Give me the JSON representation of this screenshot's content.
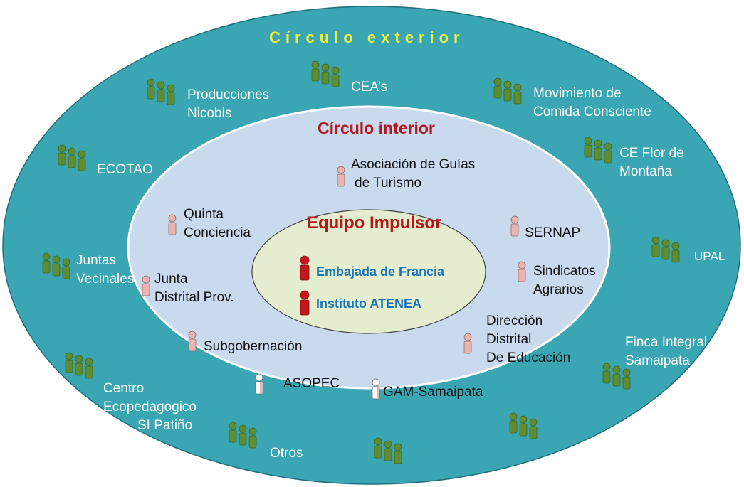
{
  "colors": {
    "outer_ring": "#3aa6b4",
    "middle_ring": "#c9daef",
    "inner_core": "#e4edcd",
    "outer_title": "#f2ef38",
    "section_title": "#b3171b",
    "core_text": "#1a73b8",
    "stakeholder_green": "#5f8d33",
    "stakeholder_pink": "#eab4b0",
    "stakeholder_red": "#c4161c"
  },
  "titles": {
    "outer": "Círculo exterior",
    "middle": "Círculo interior",
    "core": "Equipo Impulsor"
  },
  "core": {
    "members": [
      "Embajada de Francia",
      "Instituto ATENEA"
    ]
  },
  "middle": {
    "guias_1": "Asociación de Guías",
    "guias_2": "de Turismo",
    "quinta_1": "Quinta",
    "quinta_2": "Conciencia",
    "sernap": "SERNAP",
    "junta_1": "Junta",
    "junta_2": "Distrital Prov.",
    "sindicatos_1": "Sindicatos",
    "sindicatos_2": "Agrarios",
    "direccion_1": "Dirección",
    "direccion_2": "Distrital",
    "direccion_3": "De Educación",
    "subgob": "Subgobernación",
    "asopec": "ASOPEC",
    "gam": "GAM-Samaipata"
  },
  "outer": {
    "producciones_1": "Producciones",
    "producciones_2": "Nicobis",
    "ceas": "CEA’s",
    "movimiento_1": "Movimiento de",
    "movimiento_2": "Comida Consciente",
    "ecotao": "ECOTAO",
    "ceflor_1": "CE Flor de",
    "ceflor_2": "Montaña",
    "juntas_1": "Juntas",
    "juntas_2": "Vecinales",
    "upal": "UPAL",
    "finca_1": "Finca Integral",
    "finca_2": "Samaipata",
    "centro_1": "Centro",
    "centro_2": "Ecopedagogico",
    "centro_3": "SI Patiño",
    "otros": "Otros"
  }
}
